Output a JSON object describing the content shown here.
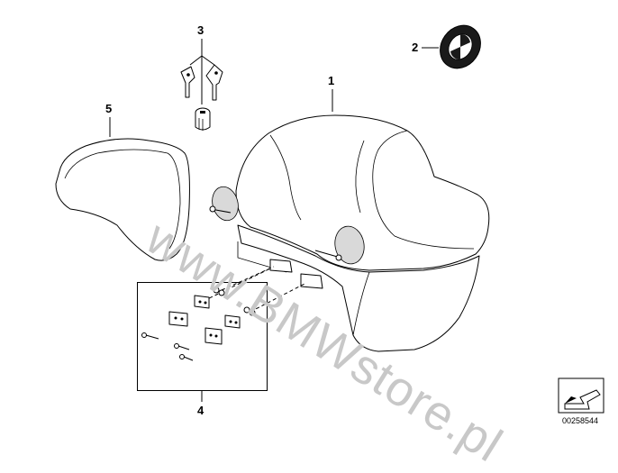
{
  "diagram": {
    "callouts": {
      "c1": "1",
      "c2": "2",
      "c3": "3",
      "c4": "4",
      "c5": "5"
    },
    "watermark": "www.BMWstore.pl",
    "diagram_number": "00258544"
  }
}
